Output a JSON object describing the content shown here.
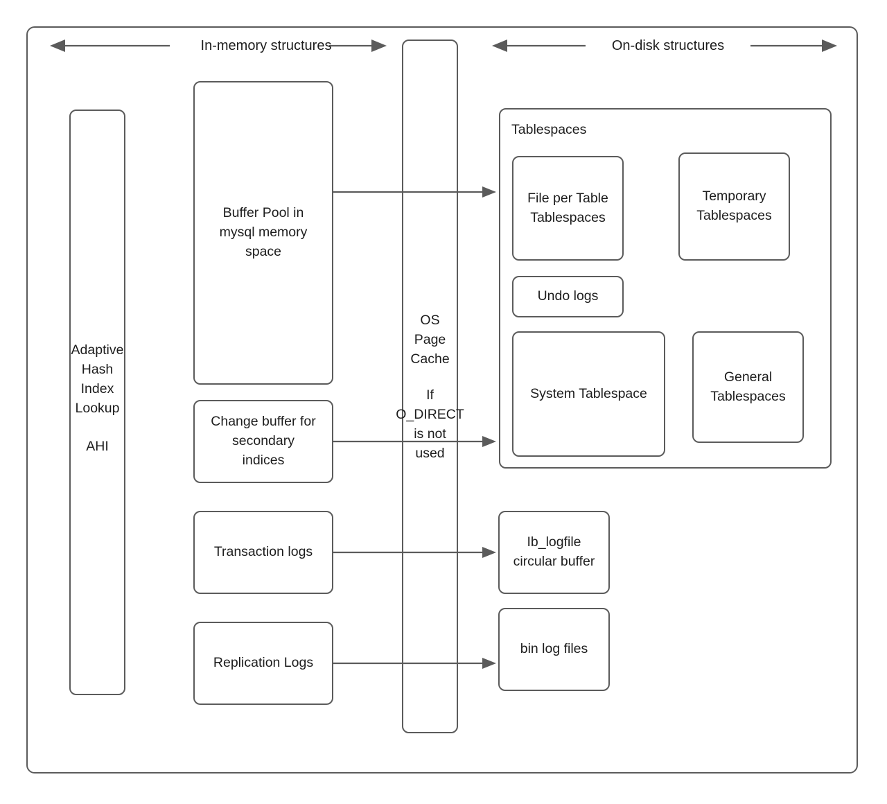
{
  "diagram": {
    "title": "MySQL InnoDB in-memory and on-disk structures",
    "colors": {
      "stroke": "#5b5b5b",
      "text": "#1d1d1d",
      "background": "#ffffff"
    },
    "headers": [
      {
        "name": "in-memory",
        "label": "In-memory structures"
      },
      {
        "name": "on-disk",
        "label": "On-disk structures"
      }
    ],
    "boxes": {
      "outer_frame": {
        "label": ""
      },
      "ahi": {
        "line1": "Adaptive\nHash\nIndex\nLookup",
        "line2": "AHI"
      },
      "buffer_pool": {
        "label": "Buffer Pool in\nmysql memory\nspace"
      },
      "change_buffer": {
        "label": "Change buffer for\nsecondary\nindices"
      },
      "transaction_logs": {
        "label": "Transaction logs"
      },
      "replication_logs": {
        "label": "Replication Logs"
      },
      "os_page_cache": {
        "line1": "OS\nPage\nCache",
        "line2": "If\nO_DIRECT\nis not\nused"
      },
      "tablespaces_group": {
        "label": "Tablespaces"
      },
      "file_per_table": {
        "label": "File per Table\nTablespaces"
      },
      "temporary_tablespaces": {
        "label": "Temporary\nTablespaces"
      },
      "undo_logs": {
        "label": "Undo logs"
      },
      "system_tablespace": {
        "label": "System Tablespace"
      },
      "general_tablespaces": {
        "label": "General\nTablespaces"
      },
      "ib_logfile": {
        "label": "Ib_logfile\ncircular buffer"
      },
      "bin_log_files": {
        "label": "bin log files"
      }
    },
    "connections": [
      {
        "name": "buffer-pool-to-tablespaces",
        "from": "buffer_pool",
        "to": "tablespaces_group",
        "through": "os_page_cache"
      },
      {
        "name": "change-buffer-to-tablespaces",
        "from": "change_buffer",
        "to": "tablespaces_group",
        "through": "os_page_cache"
      },
      {
        "name": "transaction-logs-to-ib-logfile",
        "from": "transaction_logs",
        "to": "ib_logfile",
        "through": "os_page_cache"
      },
      {
        "name": "replication-logs-to-bin-log-files",
        "from": "replication_logs",
        "to": "bin_log_files",
        "through": "os_page_cache"
      }
    ]
  }
}
